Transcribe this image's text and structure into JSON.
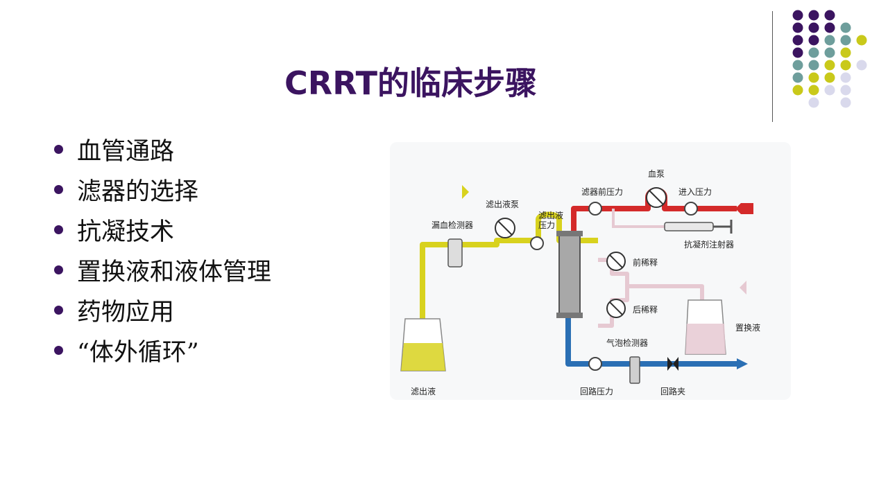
{
  "slide": {
    "title": "CRRT的临床步骤",
    "bullets": [
      "血管通路",
      "滤器的选择",
      "抗凝技术",
      "置换液和液体管理",
      "药物应用",
      "“体外循环”"
    ]
  },
  "colors": {
    "title": "#3b1460",
    "dot_purple": "#3b1460",
    "dot_teal": "#6e9e9c",
    "dot_olive": "#c9c91a",
    "dot_lavender": "#d9d9ec",
    "effluent_line": "#d8d21e",
    "arterial_line": "#d42a2a",
    "venous_line": "#2a6fb4",
    "replacement_line": "#e6c9d2"
  },
  "diagram": {
    "labels": {
      "blood_leak_detector": "漏血检测器",
      "effluent_pump": "滤出液泵",
      "effluent_pressure": "滤出液\n压力",
      "prefilter_pressure": "滤器前压力",
      "blood_pump": "血泵",
      "access_pressure": "进入压力",
      "anticoag_syringe": "抗凝剂注射器",
      "predilution": "前稀释",
      "postdilution": "后稀释",
      "replacement_fluid": "置换液",
      "air_detector": "气泡检测器",
      "return_pressure": "回路压力",
      "return_clamp": "回路夹",
      "effluent_bag": "滤出液"
    }
  }
}
